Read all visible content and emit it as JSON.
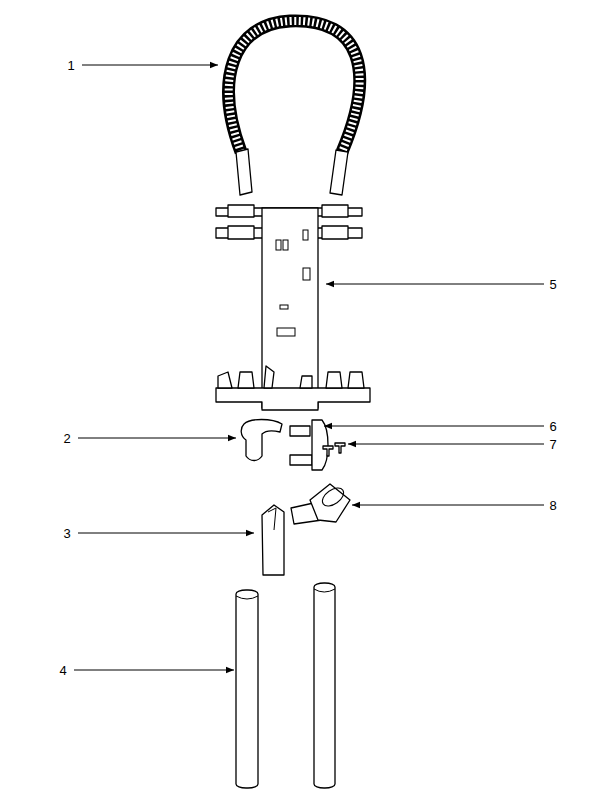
{
  "diagram": {
    "labels": [
      "1",
      "5",
      "2",
      "6",
      "7",
      "3",
      "8",
      "4"
    ]
  }
}
